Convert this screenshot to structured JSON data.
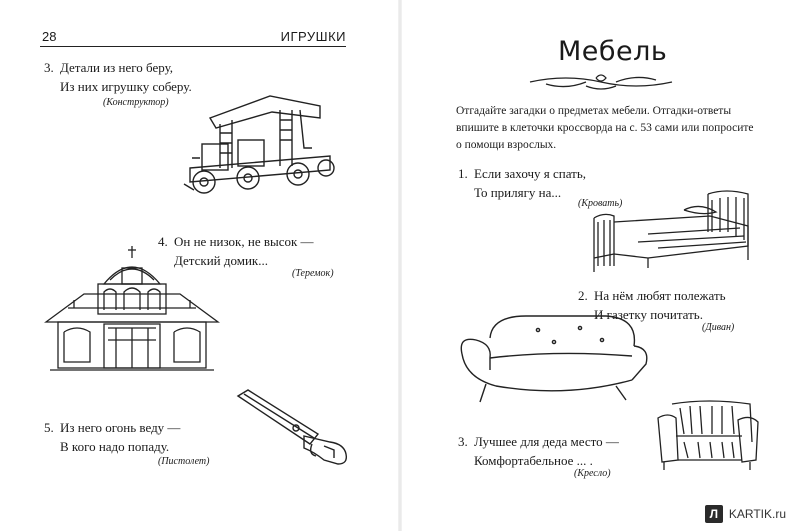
{
  "header": {
    "page_number": "28",
    "section_title": "ИГРУШКИ"
  },
  "left_page": {
    "riddles": [
      {
        "number": "3.",
        "lines": [
          "Детали из него беру,",
          "Из них игрушку соберу."
        ],
        "answer": "(Конструктор)"
      },
      {
        "number": "4.",
        "lines": [
          "Он не низок, не высок —",
          "Детский домик..."
        ],
        "answer": "(Теремок)"
      },
      {
        "number": "5.",
        "lines": [
          "Из него огонь веду —",
          "В кого надо попаду."
        ],
        "answer": "(Пистолет)"
      }
    ]
  },
  "right_page": {
    "title": "Мебель",
    "intro": "Отгадайте загадки о предметах мебели. Отгадки-ответы впишите в клеточки кроссворда на с. 53 сами или попросите о помощи взрослых.",
    "riddles": [
      {
        "number": "1.",
        "lines": [
          "Если захочу я спать,",
          "То прилягу на..."
        ],
        "answer": "(Кровать)"
      },
      {
        "number": "2.",
        "lines": [
          "На нём любят полежать",
          "И газетку почитать."
        ],
        "answer": "(Диван)"
      },
      {
        "number": "3.",
        "lines": [
          "Лучшее для деда место —",
          "Комфортабельное ... ."
        ],
        "answer": "(Кресло)"
      }
    ]
  },
  "watermark": {
    "logo": "Л",
    "text": "KARTIK.ru"
  },
  "icons": [
    "construction-toy-icon",
    "terem-house-icon",
    "pistol-icon",
    "bed-icon",
    "sofa-icon",
    "armchair-icon",
    "ornament-flourish-icon"
  ]
}
